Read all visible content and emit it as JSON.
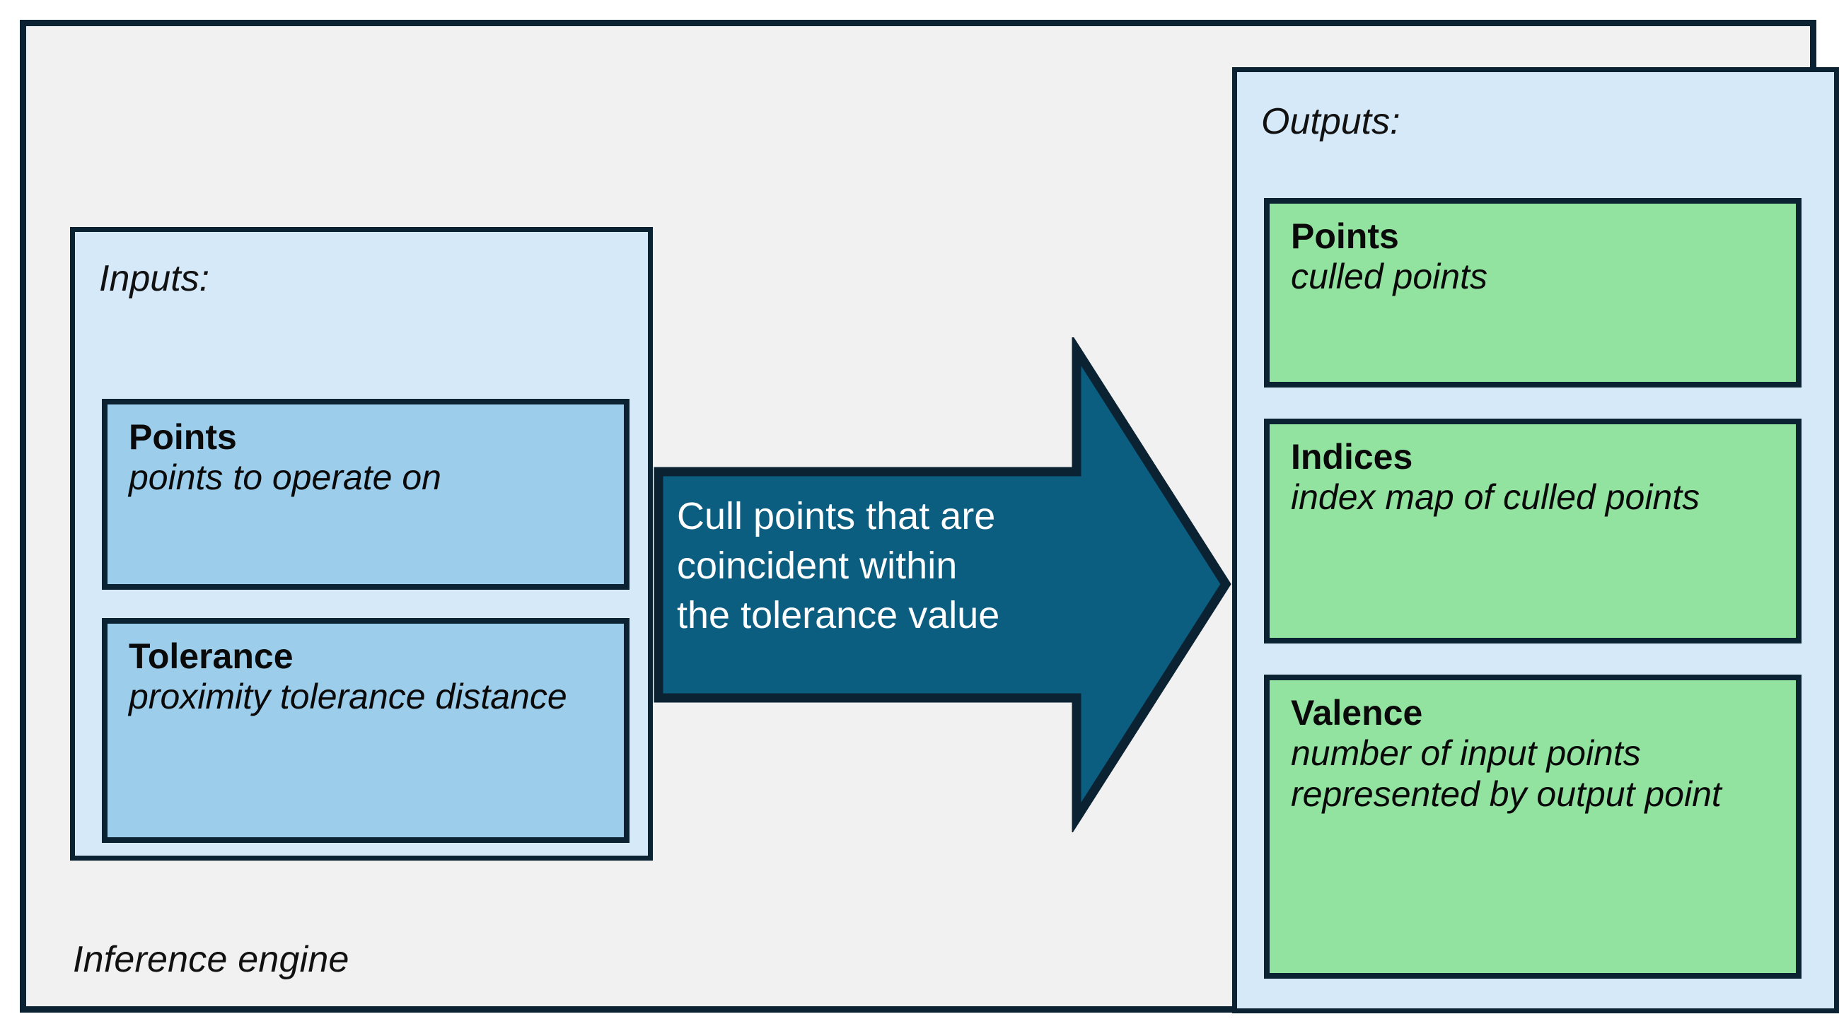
{
  "diagram": {
    "engine_label": "Inference engine",
    "inputs": {
      "title": "Inputs:",
      "ports": [
        {
          "name": "Points",
          "description": "points to operate on"
        },
        {
          "name": "Tolerance",
          "description": "proximity tolerance distance"
        }
      ]
    },
    "process": {
      "label": "Cull points that are coincident within the tolerance value"
    },
    "outputs": {
      "title": "Outputs:",
      "ports": [
        {
          "name": "Points",
          "description": "culled points"
        },
        {
          "name": "Indices",
          "description": "index map of culled points"
        },
        {
          "name": "Valence",
          "description": "number of input points represented by output point"
        }
      ]
    },
    "colors": {
      "outline": "#0b2233",
      "engine_background": "#f1f1f1",
      "panel_background": "#d6e9f8",
      "input_port_fill": "#9ccdeb",
      "output_port_fill": "#92e2a0",
      "arrow_fill": "#0b5e80",
      "arrow_text": "#ffffff"
    }
  }
}
